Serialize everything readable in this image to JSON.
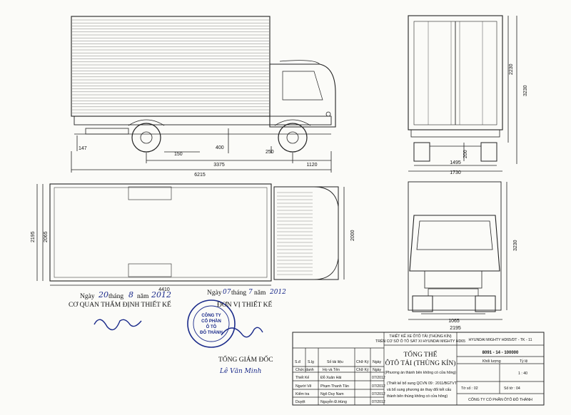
{
  "dimensions": {
    "side": {
      "total": "6215",
      "wheelbase": "3375",
      "overhang": "1120",
      "h400": "400",
      "h250": "250",
      "h150": "150",
      "h147": "147"
    },
    "rear": {
      "h2230": "2230",
      "h3230": "3230",
      "h200": "200",
      "w1495": "1495",
      "w1730": "1730"
    },
    "top": {
      "w2195": "2195",
      "w2065": "2065",
      "w2000": "2000",
      "len4410": "4410"
    },
    "front": {
      "h3230": "3230",
      "w1065": "1065",
      "w2195": "2195"
    }
  },
  "approval": {
    "date_left": {
      "ngay": "Ngày",
      "day": "20",
      "thang": "tháng",
      "month": "8",
      "nam": "năm",
      "year": "2012"
    },
    "agency_left": "CƠ QUAN THẨM ĐỊNH THIẾT KẾ",
    "date_right": {
      "ngay": "Ngày",
      "day": "07",
      "thang": "tháng",
      "month": "7",
      "nam": "năm",
      "year": "2012"
    },
    "agency_right": "ĐƠN VỊ THIẾT KẾ",
    "director_title": "TỔNG GIÁM ĐỐC",
    "director_name": "Lê Văn Minh"
  },
  "stamp": {
    "line1": "CÔNG TY",
    "line2": "CỔ PHẦN",
    "line3": "Ô TÔ",
    "line4": "ĐÔ THÀNH"
  },
  "title_block": {
    "project_line1": "THIẾT KẾ XE ÔTÔ TẢI (THÙNG KÍN)",
    "project_line2": "TRÊN CƠ SỞ Ô TÔ SÁT XI HYUNDAI MIGHTY HD65",
    "model": "HYUNDAI MIGHTY HD65/DT - TK - 11",
    "drawing_title1": "TỔNG THỂ",
    "drawing_title2": "ÔTÔ TẢI (THÙNG KÍN)",
    "drawing_note": "(Phương án thành bên không có cửa hông)",
    "drawing_number": "8091 - 14 - 100000",
    "weight_label": "Khối lượng",
    "scale_label": "Tỷ lệ",
    "scale_value": "1 : 40",
    "sheet_label": "Tờ số : 02",
    "sheets_label": "Số tờ : 04",
    "company": "CÔNG TY CỔ PHẦN ÔTÔ ĐÔ THÀNH",
    "columns": [
      "S.lg",
      "Số tài liệu",
      "Chữ Ký",
      "Ngày"
    ],
    "col_first": "S.đ",
    "role_header": "Chức danh",
    "name_header": "Họ và Tên",
    "rows": [
      {
        "role": "Thiết Kế",
        "name": "Đỗ Xuân Hải",
        "date": "07/2012"
      },
      {
        "role": "Người Vẽ",
        "name": "Phạm Thanh Tân",
        "date": "07/2012"
      },
      {
        "role": "Kiểm tra",
        "name": "Ngô Duy Nam",
        "date": "07/2012"
      },
      {
        "role": "Duyệt",
        "name": "Nguyễn Đ.Hùng",
        "date": "07/2012"
      }
    ],
    "revisions": [
      "(Thiết kế bổ sung QCVN 09 : 2011/BGTVT",
      "và bổ sung phương án thay đổi kết cấu",
      "thành bên thùng không có cửa hông)"
    ]
  }
}
